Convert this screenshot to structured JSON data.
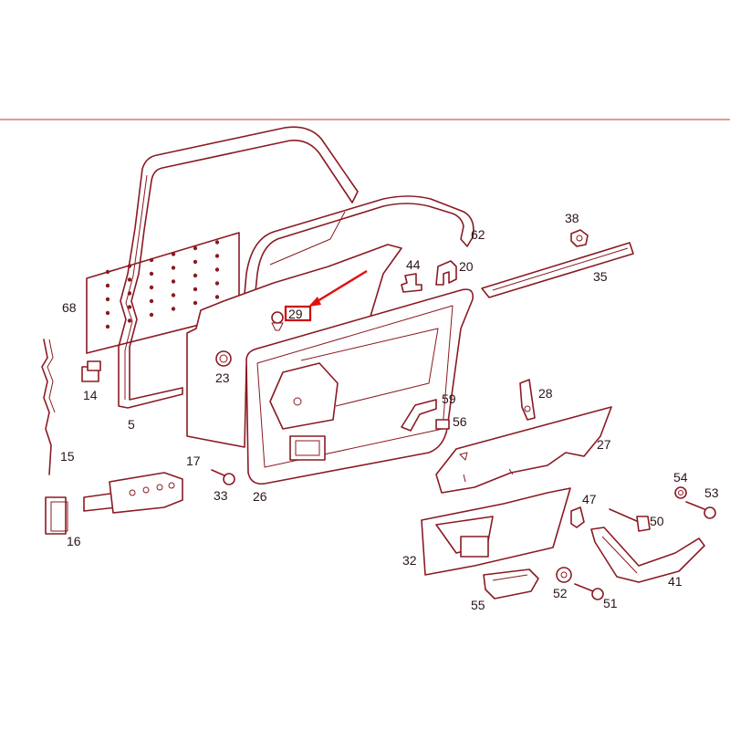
{
  "accent_color": "#d00000",
  "line_color": "#8a1a22",
  "highlighted_part": "29",
  "callouts": {
    "c5": "5",
    "c14": "14",
    "c15": "15",
    "c16": "16",
    "c17": "17",
    "c20": "20",
    "c23": "23",
    "c26": "26",
    "c27": "27",
    "c28": "28",
    "c29": "29",
    "c32": "32",
    "c33": "33",
    "c35": "35",
    "c38": "38",
    "c41": "41",
    "c44": "44",
    "c47": "47",
    "c50": "50",
    "c51": "51",
    "c52": "52",
    "c53": "53",
    "c54": "54",
    "c55": "55",
    "c56": "56",
    "c59": "59",
    "c62": "62",
    "c68": "68"
  }
}
